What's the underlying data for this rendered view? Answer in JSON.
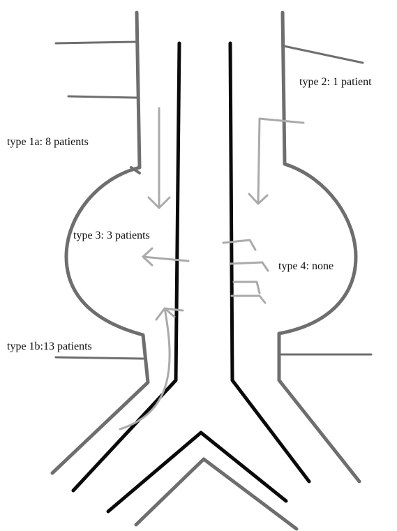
{
  "labels": {
    "type1a": "type 1a: 8 patients",
    "type1b": "type 1b:13 patients",
    "type2": "type 2: 1 patient",
    "type3": "type 3: 3 patients",
    "type4": "type 4: none"
  },
  "colors": {
    "vessel_wall": "#6e6e6e",
    "stent_graft": "#0a0a0a",
    "leak_arrow": "#aaaaaa",
    "background": "#ffffff"
  }
}
